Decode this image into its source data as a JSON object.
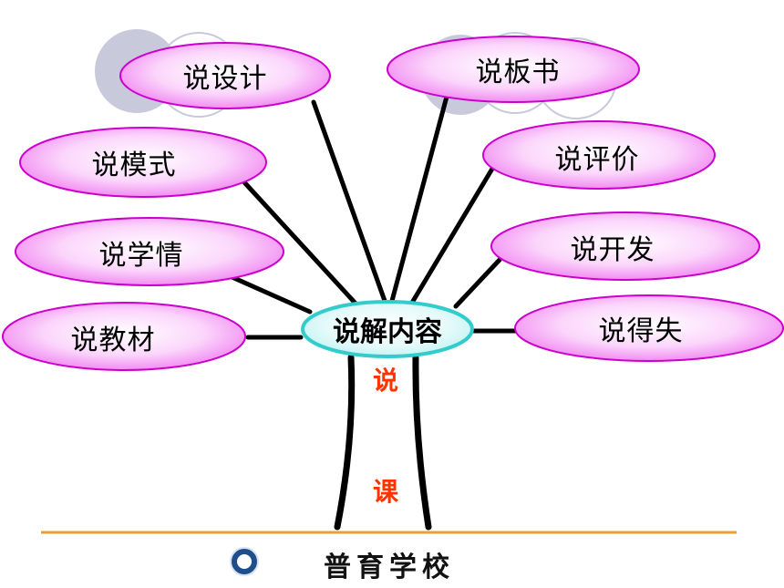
{
  "diagram": {
    "center": {
      "label": "说解内容"
    },
    "branches": [
      {
        "id": "design",
        "label": "说设计"
      },
      {
        "id": "board",
        "label": "说板书"
      },
      {
        "id": "mode",
        "label": "说模式"
      },
      {
        "id": "evaluation",
        "label": "说评价"
      },
      {
        "id": "learning",
        "label": "说学情"
      },
      {
        "id": "development",
        "label": "说开发"
      },
      {
        "id": "material",
        "label": "说教材"
      },
      {
        "id": "gains",
        "label": "说得失"
      }
    ],
    "trunk": {
      "top": "说",
      "bottom": "课"
    }
  },
  "footer": {
    "school": "普育学校"
  },
  "colors": {
    "ellipse_border": "#cc00cc",
    "ellipse_fill_center": "#ffffff",
    "ellipse_fill_edge": "#f07cf0",
    "center_border": "#33cccc",
    "center_fill_edge": "#bff2f2",
    "trunk_text": "#ff3300",
    "footer_line": "#e8a030",
    "deco_circle": "#c9c9dc"
  }
}
